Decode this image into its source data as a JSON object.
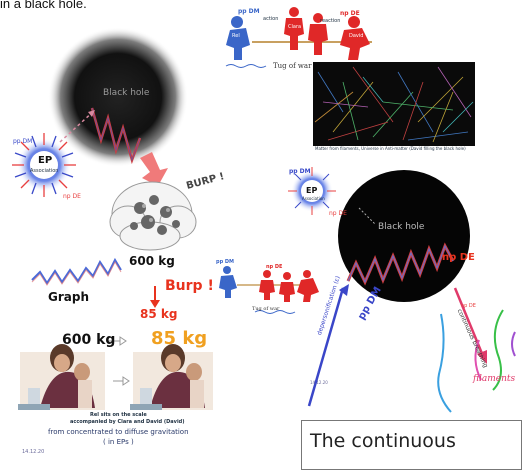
{
  "top_fragment": "in a black hole.",
  "left_panel": {
    "black_hole_label": "Black hole",
    "ep_label": "EP",
    "ep_sublabel": "Association",
    "pp_dm_label": "pp DM",
    "np_de_label": "np DE",
    "burp_bubble": "BURP !",
    "weight_600": "600 kg",
    "graph_label": "Graph",
    "burp_label": "Burp !",
    "weight_85": "85 kg",
    "scale_before": "600 kg",
    "scale_after": "85 kg",
    "scale_caption_1": "Rel sits on the scale",
    "scale_caption_2": "accompanied by Clara and David (David)",
    "scale_caption_3": "from concentrated to diffuse gravitation",
    "scale_caption_4": "( in EPs )",
    "date": "14.12.20"
  },
  "tug_top": {
    "pp_dm": "pp DM",
    "np_de": "np DE",
    "left_name": "Rel",
    "mid_name": "Clara",
    "right_name": "David",
    "tag_action": "action",
    "tag_reaction": "reaction",
    "caption": "Tug of war"
  },
  "dark_image_caption": "Matter from filaments, Universe in Anti-matter (David filling the black hole)",
  "right_panel": {
    "ep_label": "EP",
    "ep_sublabel": "Association",
    "pp_dm_small": "pp DM",
    "np_de_small": "np DE",
    "black_hole_label": "Black hole",
    "np_de_label": "np DE",
    "pp_dm_label": "pp DM",
    "np_de_small2": "np DE",
    "left_arrow_label": "depersonification (ε)",
    "right_arrow_label": "continuous breathing",
    "filaments_label": "filaments",
    "date": "14.12.20",
    "tug_caption": "Tug of war",
    "tug_pp_dm": "pp DM",
    "tug_np_de": "np DE"
  },
  "caption_box_text": "The continuous",
  "colors": {
    "blue": "#2a5db8",
    "red": "#e8331e",
    "pink": "#f08aa0",
    "black": "#050505"
  }
}
